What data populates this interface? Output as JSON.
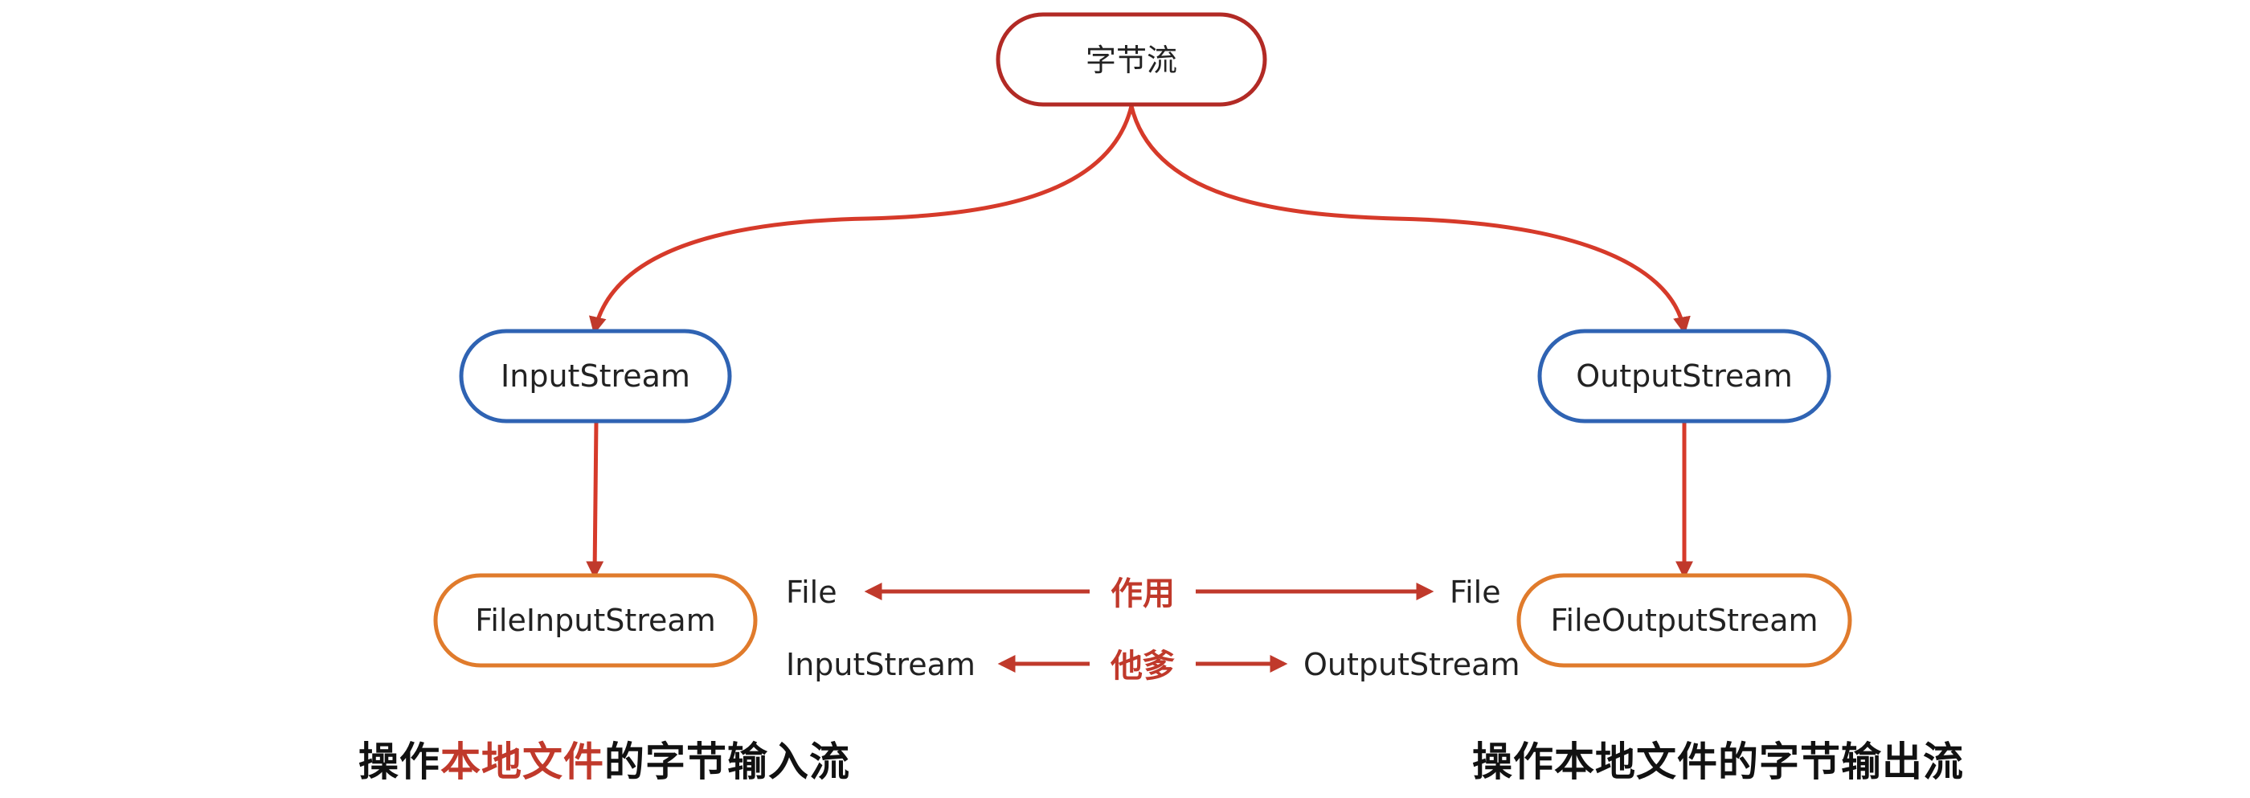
{
  "colors": {
    "root_border": "#b22a25",
    "level1_border": "#2f63b3",
    "level2_border": "#e07b2c",
    "arrow": "#d63a2a",
    "highlight": "#c0392b"
  },
  "nodes": {
    "root": "字节流",
    "input_stream": "InputStream",
    "output_stream": "OutputStream",
    "file_input_stream": "FileInputStream",
    "file_output_stream": "FileOutputStream"
  },
  "relations": {
    "row1": {
      "left": "File",
      "middle": "作用",
      "right": "File"
    },
    "row2": {
      "left": "InputStream",
      "middle": "他爹",
      "right": "OutputStream"
    }
  },
  "captions": {
    "left": {
      "prefix": "操作",
      "highlight": "本地文件",
      "suffix": "的字节输入流"
    },
    "right": "操作本地文件的字节输出流"
  }
}
